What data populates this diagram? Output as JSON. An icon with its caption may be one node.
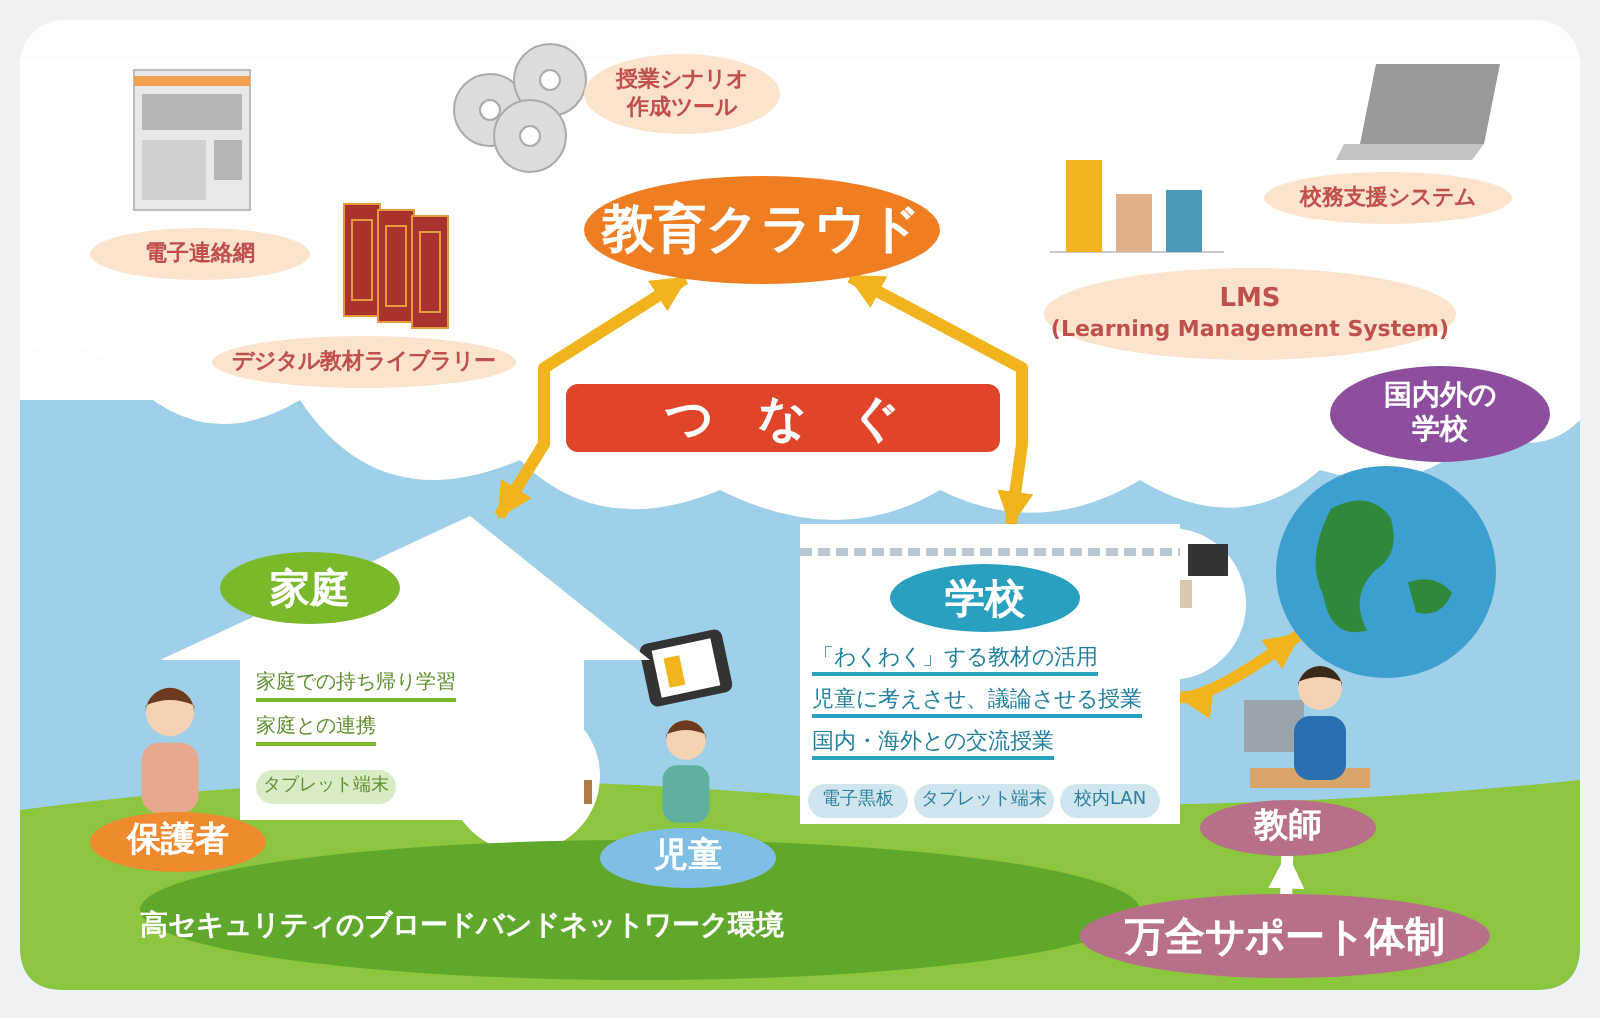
{
  "diagram": {
    "nodes": [
      {
        "text": [
          "教育クラウド"
        ]
      },
      {
        "text": [
          "授業シナリオ作成ツール"
        ]
      },
      {
        "text": [
          "電子連絡網"
        ]
      },
      {
        "text": [
          "デジタル教材ライブラリー"
        ]
      },
      {
        "text": [
          "LMS",
          "(Learning Management System)"
        ]
      },
      {
        "text": [
          "校務支援システム"
        ]
      },
      {
        "text": [
          "つなぐ"
        ]
      },
      {
        "text": [
          "家庭での持ち帰り学習",
          "家庭との連携"
        ]
      },
      {
        "text": [
          "家庭"
        ],
        "in": 7
      },
      {
        "text": [
          "タブレット端末"
        ],
        "in": 7
      },
      {
        "text": [
          "「わくわく」する教材の活用",
          "児童に考えさせ、議論させる授業",
          "国内・海外との交流授業"
        ]
      },
      {
        "text": [
          "学校"
        ],
        "in": 10
      },
      {
        "text": [
          "電子黒板"
        ],
        "in": 10
      },
      {
        "text": [
          "タブレット端末"
        ],
        "in": 10
      },
      {
        "text": [
          "校内LAN"
        ],
        "in": 10
      },
      {
        "text": [],
        "shape": "picture"
      },
      {
        "text": [
          "国内外の学校"
        ]
      },
      {
        "text": [
          "高セキュリティのブロードバンドネットワーク環境"
        ]
      },
      {
        "text": [
          "保護者"
        ]
      },
      {
        "text": [
          "児童"
        ]
      },
      {
        "text": [
          "教師"
        ]
      },
      {
        "text": [
          "万全サポート体制"
        ]
      }
    ],
    "edges": [
      {
        "from": 7,
        "to": 0,
        "arrow": "both"
      },
      {
        "from": 10,
        "to": 0,
        "arrow": "both"
      },
      {
        "from": 21,
        "to": 20,
        "arrow": "to",
        "color": "#ffffff"
      },
      {
        "from": 15,
        "to": 10,
        "arrow": "both"
      }
    ]
  }
}
